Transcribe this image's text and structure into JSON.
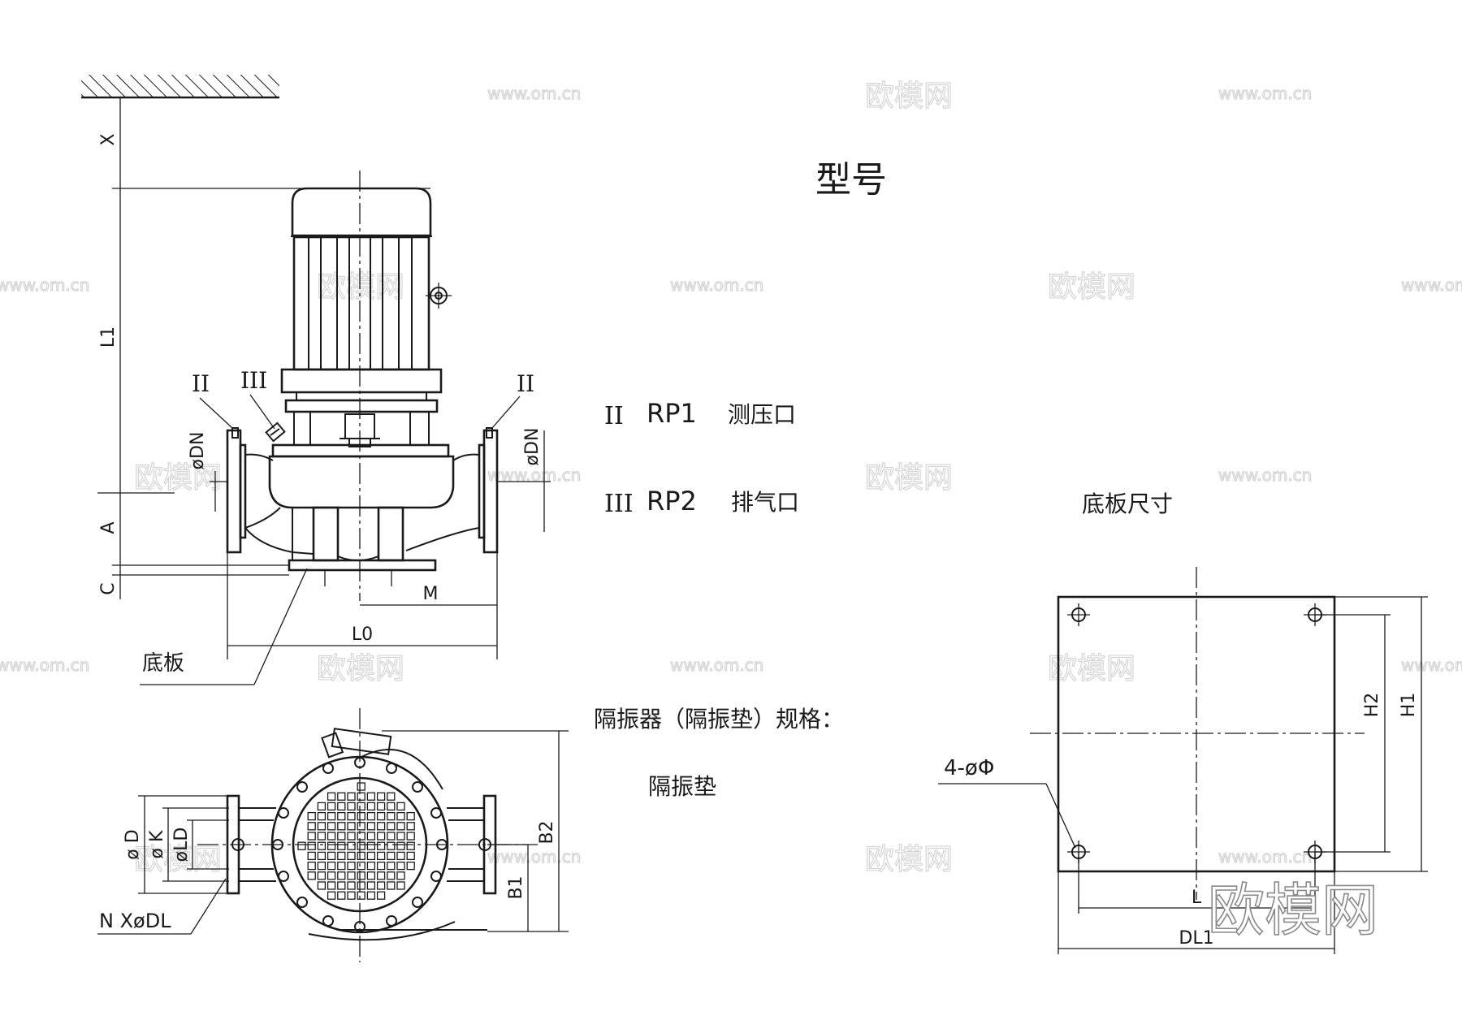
{
  "title": "型号",
  "dimensions": {
    "x": "X",
    "l1": "L1",
    "a": "A",
    "c": "C",
    "m": "M",
    "l0": "L0",
    "dn_left": "øDN",
    "dn_right": "øDN",
    "d": "ø D",
    "k": "ø K",
    "ld": "øLD",
    "b1": "B1",
    "b2": "B2",
    "nxdl": "N XøDL",
    "h1": "H1",
    "h2": "H2",
    "l": "L",
    "dl1": "DL1",
    "phi": "4-øΦ"
  },
  "markers": {
    "ii_left": "II",
    "iii": "III",
    "ii_right": "II"
  },
  "legend": [
    {
      "roman": "II",
      "code": "RP1",
      "desc": "测压口"
    },
    {
      "roman": "III",
      "code": "RP2",
      "desc": "排气口"
    }
  ],
  "base_label": "底板",
  "isolator_title": "隔振器（隔振垫）规格：",
  "isolator_value": "隔振垫",
  "baseplate_title": "底板尺寸",
  "watermarks": {
    "url": "www.om.cn",
    "brand": "欧模网",
    "brand_large": "欧模网"
  }
}
